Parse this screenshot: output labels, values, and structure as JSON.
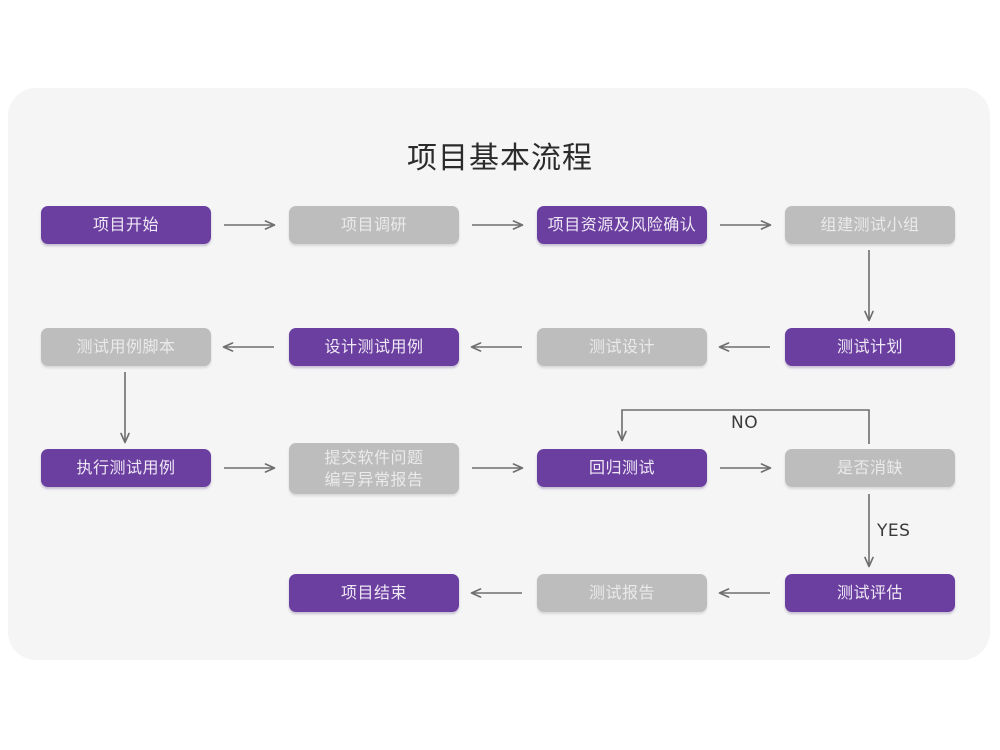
{
  "title": "项目基本流程",
  "palette": {
    "panel_bg": "#f5f5f5",
    "page_bg": "#ffffff",
    "accent_purple": "#6b3fa0",
    "muted_gray": "#bdbdbd",
    "purple_text": "#efe8f5",
    "gray_text": "#eaeaea",
    "connector": "#6e6e6e",
    "title_text": "#2b2b2b"
  },
  "nodes": [
    {
      "id": "n1",
      "label": "项目开始",
      "style": "purple",
      "row": 1,
      "col": 1
    },
    {
      "id": "n2",
      "label": "项目调研",
      "style": "gray",
      "row": 1,
      "col": 2
    },
    {
      "id": "n3",
      "label": "项目资源及风险确认",
      "style": "purple",
      "row": 1,
      "col": 3
    },
    {
      "id": "n4",
      "label": "组建测试小组",
      "style": "gray",
      "row": 1,
      "col": 4
    },
    {
      "id": "n5",
      "label": "测试计划",
      "style": "purple",
      "row": 2,
      "col": 4
    },
    {
      "id": "n6",
      "label": "测试设计",
      "style": "gray",
      "row": 2,
      "col": 3
    },
    {
      "id": "n7",
      "label": "设计测试用例",
      "style": "purple",
      "row": 2,
      "col": 2
    },
    {
      "id": "n8",
      "label": "测试用例脚本",
      "style": "gray",
      "row": 2,
      "col": 1
    },
    {
      "id": "n9",
      "label": "执行测试用例",
      "style": "purple",
      "row": 3,
      "col": 1
    },
    {
      "id": "n10",
      "label": "提交软件问题\n编写异常报告",
      "style": "gray",
      "row": 3,
      "col": 2
    },
    {
      "id": "n11",
      "label": "回归测试",
      "style": "purple",
      "row": 3,
      "col": 3
    },
    {
      "id": "n12",
      "label": "是否消缺",
      "style": "gray",
      "row": 3,
      "col": 4
    },
    {
      "id": "n13",
      "label": "测试评估",
      "style": "purple",
      "row": 4,
      "col": 4
    },
    {
      "id": "n14",
      "label": "测试报告",
      "style": "gray",
      "row": 4,
      "col": 3
    },
    {
      "id": "n15",
      "label": "项目结束",
      "style": "purple",
      "row": 4,
      "col": 2
    }
  ],
  "edges": [
    {
      "from": "n1",
      "to": "n2",
      "direction": "right",
      "label": ""
    },
    {
      "from": "n2",
      "to": "n3",
      "direction": "right",
      "label": ""
    },
    {
      "from": "n3",
      "to": "n4",
      "direction": "right",
      "label": ""
    },
    {
      "from": "n4",
      "to": "n5",
      "direction": "down",
      "label": ""
    },
    {
      "from": "n5",
      "to": "n6",
      "direction": "left",
      "label": ""
    },
    {
      "from": "n6",
      "to": "n7",
      "direction": "left",
      "label": ""
    },
    {
      "from": "n7",
      "to": "n8",
      "direction": "left",
      "label": ""
    },
    {
      "from": "n8",
      "to": "n9",
      "direction": "down",
      "label": ""
    },
    {
      "from": "n9",
      "to": "n10",
      "direction": "right",
      "label": ""
    },
    {
      "from": "n10",
      "to": "n11",
      "direction": "right",
      "label": ""
    },
    {
      "from": "n11",
      "to": "n12",
      "direction": "right",
      "label": ""
    },
    {
      "from": "n12",
      "to": "n11",
      "direction": "loop-up-left",
      "label": "NO"
    },
    {
      "from": "n12",
      "to": "n13",
      "direction": "down",
      "label": "YES"
    },
    {
      "from": "n13",
      "to": "n14",
      "direction": "left",
      "label": ""
    },
    {
      "from": "n14",
      "to": "n15",
      "direction": "left",
      "label": ""
    }
  ],
  "edge_labels": {
    "no": "NO",
    "yes": "YES"
  }
}
